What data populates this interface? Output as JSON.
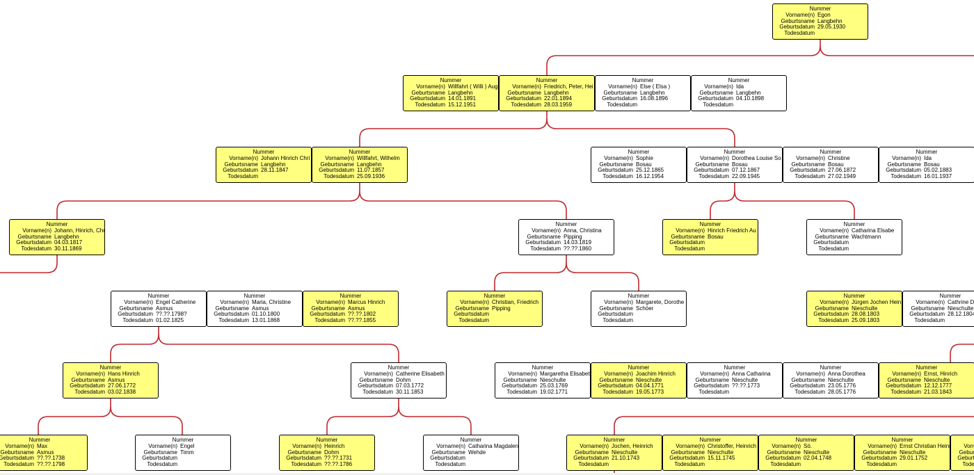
{
  "labels": {
    "number": "Nummer",
    "given": "Vorname(n)",
    "birthname": "Geburtsname",
    "birth": "Geburtsdatum",
    "death": "Todesdatum"
  },
  "colors": {
    "highlight": "#ffff80",
    "normal": "#ffffff",
    "connector": "#c0282d",
    "border": "#000000"
  },
  "persons": [
    {
      "id": "egon",
      "vorname": "Egon",
      "geburtsname": "Langbehn",
      "geburtsdatum": "29.05.1930",
      "todesdatum": "",
      "highlighted": true
    },
    {
      "id": "willfahrt-aug",
      "vorname": "Willfahrt ( Willi ) Aug",
      "geburtsname": "Langbehn",
      "geburtsdatum": "14.01.1891",
      "todesdatum": "15.12.1951",
      "highlighted": true
    },
    {
      "id": "friedrich-peter",
      "vorname": "Friedrich, Peter, Hei",
      "geburtsname": "Langbehn",
      "geburtsdatum": "22.01.1894",
      "todesdatum": "28.03.1959",
      "highlighted": true
    },
    {
      "id": "else",
      "vorname": "Else ( Elsa )",
      "geburtsname": "Langbehn",
      "geburtsdatum": "16.08.1896",
      "todesdatum": "",
      "highlighted": false
    },
    {
      "id": "ida-1898",
      "vorname": "Ida",
      "geburtsname": "Langbehn",
      "geburtsdatum": "04.10.1898",
      "todesdatum": "",
      "highlighted": false
    },
    {
      "id": "johann-hinrich-chri",
      "vorname": "Johann Hinrich Chri",
      "geburtsname": "Langbehn",
      "geburtsdatum": "28.11.1847",
      "todesdatum": "",
      "highlighted": true
    },
    {
      "id": "willfahrt-wilhelm",
      "vorname": "Willfahrt, Wilhelm",
      "geburtsname": "Langbehn",
      "geburtsdatum": "11.07.1857",
      "todesdatum": "25.09.1936",
      "highlighted": true
    },
    {
      "id": "sophie",
      "vorname": "Sophie",
      "geburtsname": "Bosau",
      "geburtsdatum": "25.12.1865",
      "todesdatum": "16.12.1954",
      "highlighted": false
    },
    {
      "id": "dorothea-louise",
      "vorname": "Dorothea Louise So",
      "geburtsname": "Bosau",
      "geburtsdatum": "07.12.1867",
      "todesdatum": "22.09.1945",
      "highlighted": false
    },
    {
      "id": "christine-bosau",
      "vorname": "Christine",
      "geburtsname": "Bosau",
      "geburtsdatum": "27.06.1872",
      "todesdatum": "27.02.1949",
      "highlighted": false
    },
    {
      "id": "ida-1883",
      "vorname": "Ida",
      "geburtsname": "Bosau",
      "geburtsdatum": "05.02.1883",
      "todesdatum": "16.01.1937",
      "highlighted": false
    },
    {
      "id": "johann-hinrich-chr",
      "vorname": "Johann, Hinrich, Chr",
      "geburtsname": "Langbehn",
      "geburtsdatum": "04.03.1817",
      "todesdatum": "30.11.1869",
      "highlighted": true
    },
    {
      "id": "anna-christina",
      "vorname": "Anna, Christina",
      "geburtsname": "Pipping",
      "geburtsdatum": "14.03.1819",
      "todesdatum": "??.??.1860",
      "highlighted": false
    },
    {
      "id": "hinrich-friedrich-au",
      "vorname": "Hinrich Friedrich Au",
      "geburtsname": "Bosau",
      "geburtsdatum": "",
      "todesdatum": "",
      "highlighted": true
    },
    {
      "id": "catharina-elsabe",
      "vorname": "Catharina Elsabe",
      "geburtsname": "Wachtmann",
      "geburtsdatum": "",
      "todesdatum": "",
      "highlighted": false
    },
    {
      "id": "engel-catherine",
      "vorname": "Engel Catherine",
      "geburtsname": "Asmus",
      "geburtsdatum": "??.??.1798?",
      "todesdatum": "01.02.1825",
      "highlighted": false
    },
    {
      "id": "maria-christine",
      "vorname": "Maria, Christine",
      "geburtsname": "Asmus",
      "geburtsdatum": "01.10.1800",
      "todesdatum": "13.01.1868",
      "highlighted": false
    },
    {
      "id": "marcus-hinrich",
      "vorname": "Marcus Hinrich",
      "geburtsname": "Asmus",
      "geburtsdatum": "??.??.1802",
      "todesdatum": "??.??.1855",
      "highlighted": true
    },
    {
      "id": "christian-friedrich",
      "vorname": "Christian, Friedrich",
      "geburtsname": "Pipping",
      "geburtsdatum": "",
      "todesdatum": "",
      "highlighted": true
    },
    {
      "id": "margarete-dorothe",
      "vorname": "Margarete, Dorothe",
      "geburtsname": "Schöer",
      "geburtsdatum": "",
      "todesdatum": "",
      "highlighted": false
    },
    {
      "id": "juergen-jochen-hein",
      "vorname": "Jürgen Jochen Hein",
      "geburtsname": "Nieschulte",
      "geburtsdatum": "28.08.1803",
      "todesdatum": "25.09.1803",
      "highlighted": true
    },
    {
      "id": "cathrine-do",
      "vorname": "Cathrine Do",
      "geburtsname": "Nieschulte",
      "geburtsdatum": "28.12.1804",
      "todesdatum": "",
      "highlighted": false
    },
    {
      "id": "hans-hinrich",
      "vorname": "Hans Hinrich",
      "geburtsname": "Asmus",
      "geburtsdatum": "27.06.1772",
      "todesdatum": "03.02.1838",
      "highlighted": true
    },
    {
      "id": "catherine-elisabeth",
      "vorname": "Catherine Elisabeth",
      "geburtsname": "Dohm",
      "geburtsdatum": "07.03.1772",
      "todesdatum": "30.11.1853",
      "highlighted": false
    },
    {
      "id": "margaretha-elisabet",
      "vorname": "Margaretha Elisabet",
      "geburtsname": "Nieschulte",
      "geburtsdatum": "25.03.1769",
      "todesdatum": "19.02.1771",
      "highlighted": false
    },
    {
      "id": "joachim-hinrich",
      "vorname": "Joachim Hinrich",
      "geburtsname": "Nieschulte",
      "geburtsdatum": "04.04.1771",
      "todesdatum": "19.05.1773",
      "highlighted": true
    },
    {
      "id": "anna-catharina",
      "vorname": "Anna Catharina",
      "geburtsname": "Nieschulte",
      "geburtsdatum": "??.??.1773",
      "todesdatum": "",
      "highlighted": false
    },
    {
      "id": "anna-dorothea",
      "vorname": "Anna Dorothea",
      "geburtsname": "Nieschulte",
      "geburtsdatum": "23.05.1776",
      "todesdatum": "28.05.1776",
      "highlighted": false
    },
    {
      "id": "ernst-hinrich",
      "vorname": "Ernst, Hinrich",
      "geburtsname": "Nieschulte",
      "geburtsdatum": "12.12.1777",
      "todesdatum": "21.03.1843",
      "highlighted": true
    },
    {
      "id": "max",
      "vorname": "Max",
      "geburtsname": "Asmus",
      "geburtsdatum": "??.??.1738",
      "todesdatum": "??.??.1798",
      "highlighted": true
    },
    {
      "id": "engel-timm",
      "vorname": "Engel",
      "geburtsname": "Timm",
      "geburtsdatum": "",
      "todesdatum": "",
      "highlighted": false
    },
    {
      "id": "heinrich-dohm",
      "vorname": "Heinrich",
      "geburtsname": "Dohm",
      "geburtsdatum": "??.??.1731",
      "todesdatum": "??.??.1786",
      "highlighted": true
    },
    {
      "id": "catharina-magdalen",
      "vorname": "Catharina Magdalen",
      "geburtsname": "Wehde",
      "geburtsdatum": "",
      "todesdatum": "",
      "highlighted": false
    },
    {
      "id": "jochen-heinrich",
      "vorname": "Jochen, Heinrich",
      "geburtsname": "Nieschulte",
      "geburtsdatum": "21.10.1743",
      "todesdatum": "",
      "highlighted": true
    },
    {
      "id": "christoffer-heinrich",
      "vorname": "Christoffer, Heinrich",
      "geburtsname": "Nieschulte",
      "geburtsdatum": "15.11.1745",
      "todesdatum": "",
      "highlighted": true
    },
    {
      "id": "so",
      "vorname": "Sö.",
      "geburtsname": "Nieschulte",
      "geburtsdatum": "02.04.1748",
      "todesdatum": "",
      "highlighted": true
    },
    {
      "id": "ernst-christian-heinr",
      "vorname": "Ernst Christian Heinr",
      "geburtsname": "Nieschulte",
      "geburtsdatum": "29.01.1752",
      "todesdatum": "",
      "highlighted": true
    },
    {
      "id": "edge-partial",
      "vorname": "",
      "geburtsname": "",
      "geburtsdatum": "",
      "todesdatum": "",
      "highlighted": true
    }
  ]
}
